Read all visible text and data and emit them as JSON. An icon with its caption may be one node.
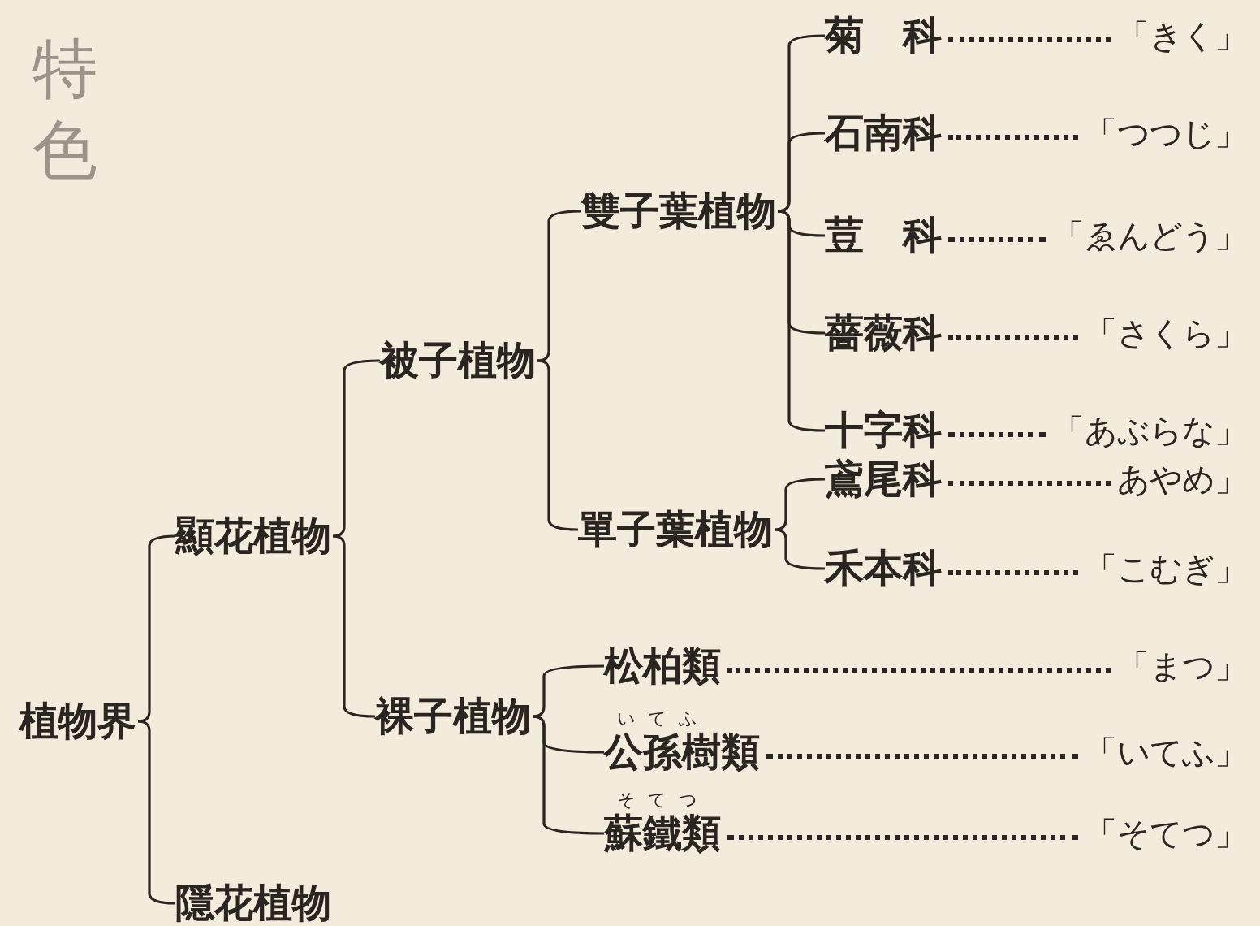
{
  "diagram": {
    "nodes": [
      {
        "text": [
          "植物界"
        ]
      },
      {
        "text": [
          "顯花植物"
        ]
      },
      {
        "text": [
          "隱花植物"
        ]
      },
      {
        "text": [
          "被子植物"
        ]
      },
      {
        "text": [
          "裸子植物"
        ]
      },
      {
        "text": [
          "雙子葉植物"
        ]
      },
      {
        "text": [
          "單子葉植物"
        ]
      },
      {
        "text": [
          "菊　科",
          "「きく」"
        ]
      },
      {
        "text": [
          "石南科",
          "「つつじ」"
        ]
      },
      {
        "text": [
          "荳　科",
          "「ゑんどう」"
        ]
      },
      {
        "text": [
          "薔薇科",
          "「さくら」"
        ]
      },
      {
        "text": [
          "十字科",
          "「あぶらな」"
        ]
      },
      {
        "text": [
          "鳶尾科",
          "あやめ」"
        ]
      },
      {
        "text": [
          "禾本科",
          "「こむぎ」"
        ]
      },
      {
        "text": [
          "松柏類",
          "「まつ」"
        ]
      },
      {
        "text": [
          "いてふ",
          "公孫樹類",
          "「いてふ」"
        ]
      },
      {
        "text": [
          "そてつ",
          "蘇鐵類",
          "「そてつ」"
        ]
      }
    ],
    "edges": [
      {
        "from": 0,
        "to": 1,
        "arrow": "none"
      },
      {
        "from": 0,
        "to": 2,
        "arrow": "none"
      },
      {
        "from": 1,
        "to": 3,
        "arrow": "none"
      },
      {
        "from": 1,
        "to": 4,
        "arrow": "none"
      },
      {
        "from": 3,
        "to": 5,
        "arrow": "none"
      },
      {
        "from": 3,
        "to": 6,
        "arrow": "none"
      },
      {
        "from": 5,
        "to": 7,
        "arrow": "none"
      },
      {
        "from": 5,
        "to": 8,
        "arrow": "none"
      },
      {
        "from": 5,
        "to": 9,
        "arrow": "none"
      },
      {
        "from": 5,
        "to": 10,
        "arrow": "none"
      },
      {
        "from": 5,
        "to": 11,
        "arrow": "none"
      },
      {
        "from": 6,
        "to": 12,
        "arrow": "none"
      },
      {
        "from": 6,
        "to": 13,
        "arrow": "none"
      },
      {
        "from": 4,
        "to": 14,
        "arrow": "none"
      },
      {
        "from": 4,
        "to": 15,
        "arrow": "none"
      },
      {
        "from": 4,
        "to": 16,
        "arrow": "none"
      }
    ],
    "labels": [
      "特色"
    ]
  }
}
